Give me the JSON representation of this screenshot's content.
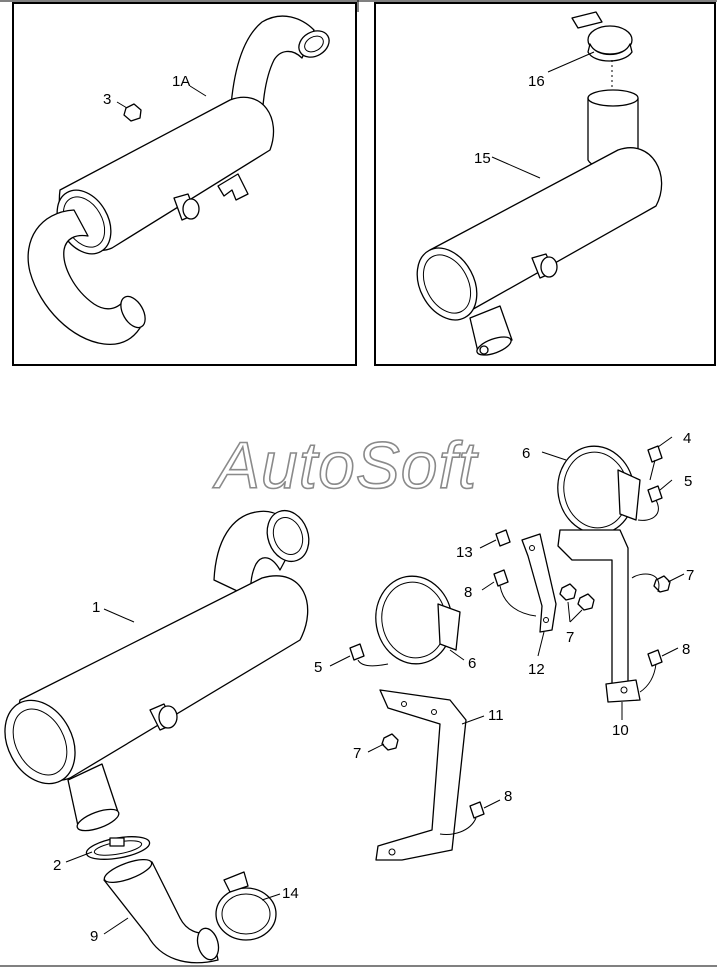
{
  "watermark": "AutoSoft",
  "callouts": {
    "c1A": "1A",
    "c3_top": "3",
    "c16": "16",
    "c15": "15",
    "c1": "1",
    "c2": "2",
    "c9": "9",
    "c14": "14",
    "c4": "4",
    "c5_right": "5",
    "c6_upper": "6",
    "c7_right": "7",
    "c8_right": "8",
    "c10": "10",
    "c13": "13",
    "c8_mid": "8",
    "c7_mid": "7",
    "c12": "12",
    "c5_left": "5",
    "c6_lower": "6",
    "c7_low": "7",
    "c11": "11",
    "c8_low": "8"
  }
}
